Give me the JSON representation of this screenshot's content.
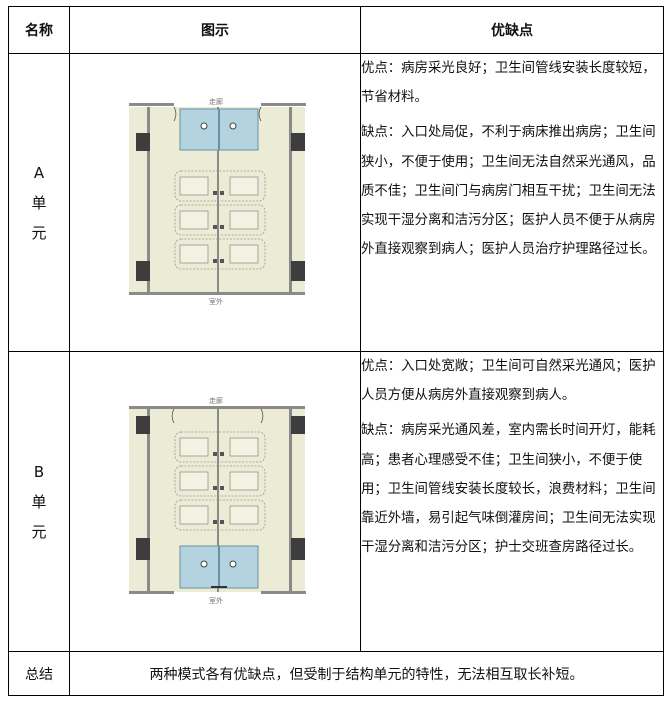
{
  "headers": {
    "name": "名称",
    "figure": "图示",
    "pros_cons": "优缺点"
  },
  "rows": [
    {
      "name_chars": [
        "A",
        "单",
        "元"
      ],
      "figure": {
        "top_label": "走廊",
        "bottom_label": "室外"
      },
      "pros": "优点：病房采光良好；卫生间管线安装长度较短，节省材料。",
      "cons": "缺点：入口处局促，不利于病床推出病房；卫生间狭小，不便于使用；卫生间无法自然采光通风，品质不佳；卫生间门与病房门相互干扰；卫生间无法实现干湿分离和洁污分区；医护人员不便于从病房外直接观察到病人；医护人员治疗护理路径过长。"
    },
    {
      "name_chars": [
        "B",
        "单",
        "元"
      ],
      "figure": {
        "top_label": "走廊",
        "bottom_label": "室外"
      },
      "pros": "优点：入口处宽敞；卫生间可自然采光通风；医护人员方便从病房外直接观察到病人。",
      "cons": "缺点：病房采光通风差，室内需长时间开灯，能耗高；患者心理感受不佳；卫生间狭小，不便于使用；卫生间管线安装长度较长，浪费材料；卫生间靠近外墙，易引起气味倒灌房间；卫生间无法实现干湿分离和洁污分区；护士交班查房路径过长。"
    }
  ],
  "summary": {
    "name": "总结",
    "text": "两种模式各有优缺点，但受制于结构单元的特性，无法相互取长补短。"
  },
  "colors": {
    "floor": "#ecebd6",
    "bathroom": "#b4d3e0",
    "column": "#3d3d3d",
    "wall": "#8a8a8a"
  }
}
